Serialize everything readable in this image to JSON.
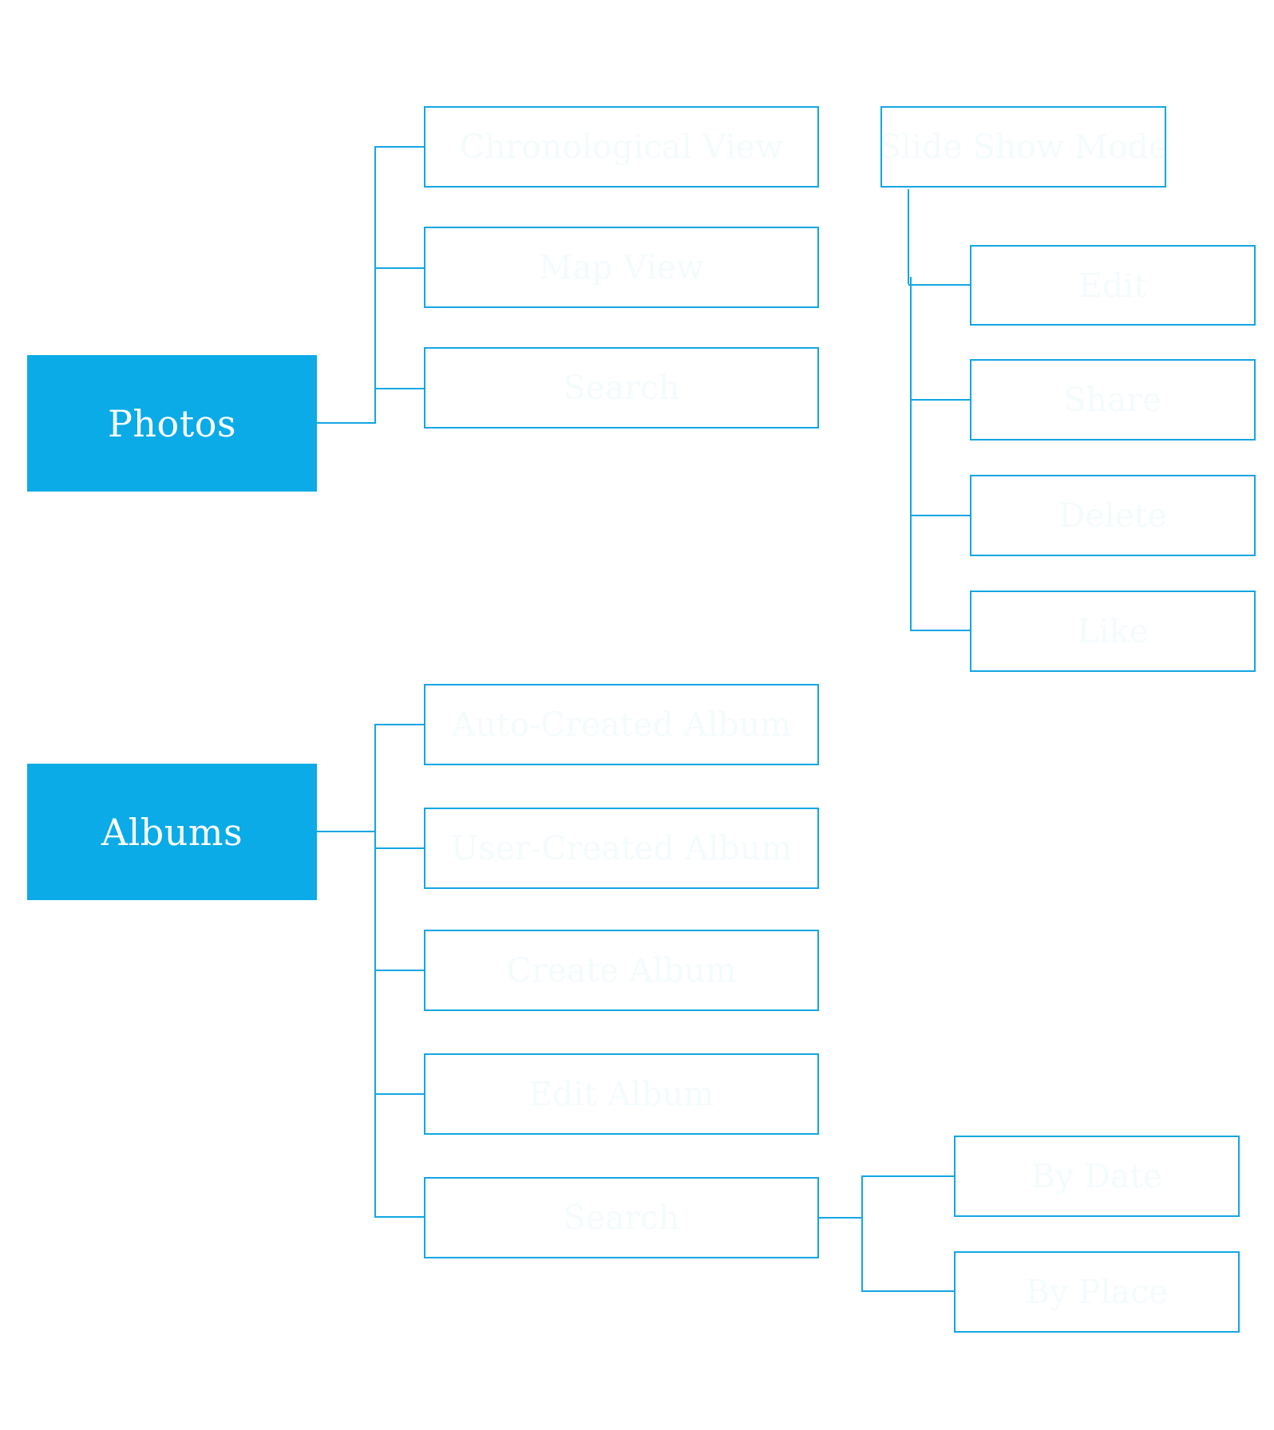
{
  "diagram": {
    "roots": {
      "photos": "Photos",
      "albums": "Albums"
    },
    "photos_children": {
      "chronological_view": "Chronological View",
      "map_view": "Map View",
      "search": "Search"
    },
    "slide_show": {
      "title": "Slide Show Mode",
      "children": {
        "edit": "Edit",
        "share": "Share",
        "delete": "Delete",
        "like": "Like"
      }
    },
    "albums_children": {
      "auto_created": "Auto-Created Album",
      "user_created": "User-Created Album",
      "create_album": "Create Album",
      "edit_album": "Edit Album",
      "search": "Search"
    },
    "search_children": {
      "by_date": "By Date",
      "by_place": "By Place"
    },
    "colors": {
      "root_fill": "#0aabe6",
      "line": "#12a6e4",
      "node_border": "#12a6e4",
      "node_text": "#f4fbfd"
    }
  }
}
